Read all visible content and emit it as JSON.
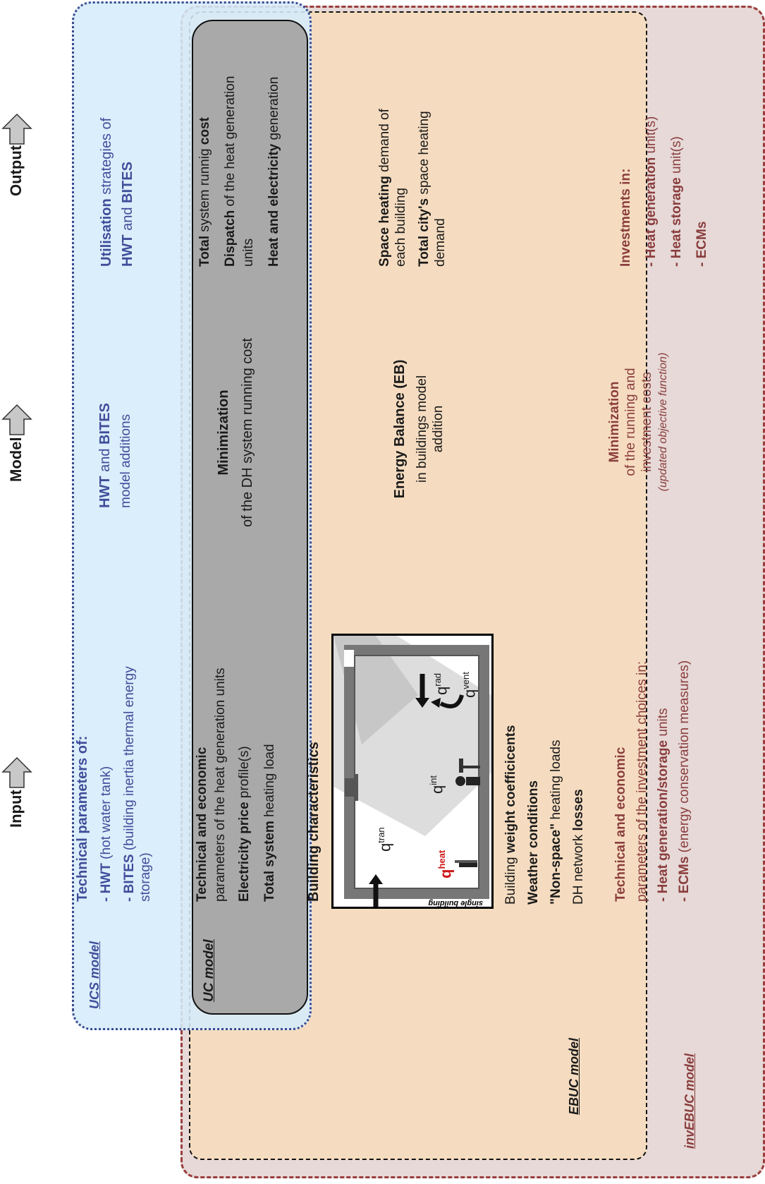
{
  "headers": {
    "input": "Input",
    "model": "Model",
    "output": "Output"
  },
  "labels": {
    "ucs": "UCS model",
    "uc": "UC model",
    "ebuc": "EBUC model",
    "invebuc": "invEBUC model"
  },
  "ucs": {
    "input_title": "Technical parameters of:",
    "hwt_bold": "- HWT",
    "hwt_rest": " (hot water tank)",
    "bites_bold": "- BITES",
    "bites_rest": " (building inertia thermal energy storage)",
    "model_hwt": "HWT",
    "model_and": " and ",
    "model_bites": "BITES",
    "model_rest": "model additions",
    "out_util": "Utilisation",
    "out_rest": " strategies of",
    "out_hwt": "HWT",
    "out_and": " and ",
    "out_bites": "BITES"
  },
  "uc": {
    "in1_bold": "Technical and economic",
    "in1_rest": "parameters of the heat generation units",
    "in2_bold": "Electricity price",
    "in2_rest": " profile(s)",
    "in3_bold": "Total system",
    "in3_rest": " heating load",
    "model_bold": "Minimization",
    "model_rest": "of the DH system running cost",
    "out1_bold": "Total",
    "out1_mid": " system runnig ",
    "out1_bold2": "cost",
    "out2_bold": "Dispatch",
    "out2_rest": " of the heat generation units",
    "out3_bold": "Heat and electricity",
    "out3_rest": " generation"
  },
  "ebuc": {
    "bc_title": "Building characteristics",
    "fig_caption": "single building",
    "q_tran": "q",
    "q_tran_sup": "tran",
    "q_int": "q",
    "q_int_sup": "int",
    "q_heat": "q",
    "q_heat_sup": "heat",
    "q_rad": "q",
    "q_rad_sup": "rad",
    "q_vent": "q",
    "q_vent_sup": "vent",
    "in1_pre": "Building ",
    "in1_bold": "weight coefficicents",
    "in2_bold": "Weather conditions",
    "in3_bold": "\"Non-space\"",
    "in3_rest": " heating loads",
    "in4_pre": "DH network ",
    "in4_bold": "losses",
    "model_bold": "Energy Balance (EB)",
    "model_rest": "in buildings model addition",
    "out1_bold": "Space heating",
    "out1_rest": " demand of each building",
    "out2_bold": "Total city's",
    "out2_rest": " space heating demand"
  },
  "inv": {
    "in_bold": "Technical and economic",
    "in_rest": "parameters of the investment choices in:",
    "in_item1": "- Heat generation/storage",
    "in_item1_rest": " units",
    "in_item2": "- ECMs",
    "in_item2_rest": " (energy conservation measures)",
    "model_bold": "Minimization",
    "model_rest": "of the running and investment costs",
    "model_note": "(updated objective function)",
    "out_title": "Investments in:",
    "out1_bold": "- Heat generation",
    "out1_rest": " unit(s)",
    "out2_bold": "- Heat storage",
    "out2_rest": " unit(s)",
    "out3": "- ECMs"
  },
  "colors": {
    "ucs": "#3f4e9a",
    "inv": "#8a3d3d",
    "ebuc_fill": "#f5dcc0",
    "uc_fill": "#a9a9a9",
    "ucs_fill": "#d6ecfa",
    "inv_fill": "#e6d9d7"
  }
}
